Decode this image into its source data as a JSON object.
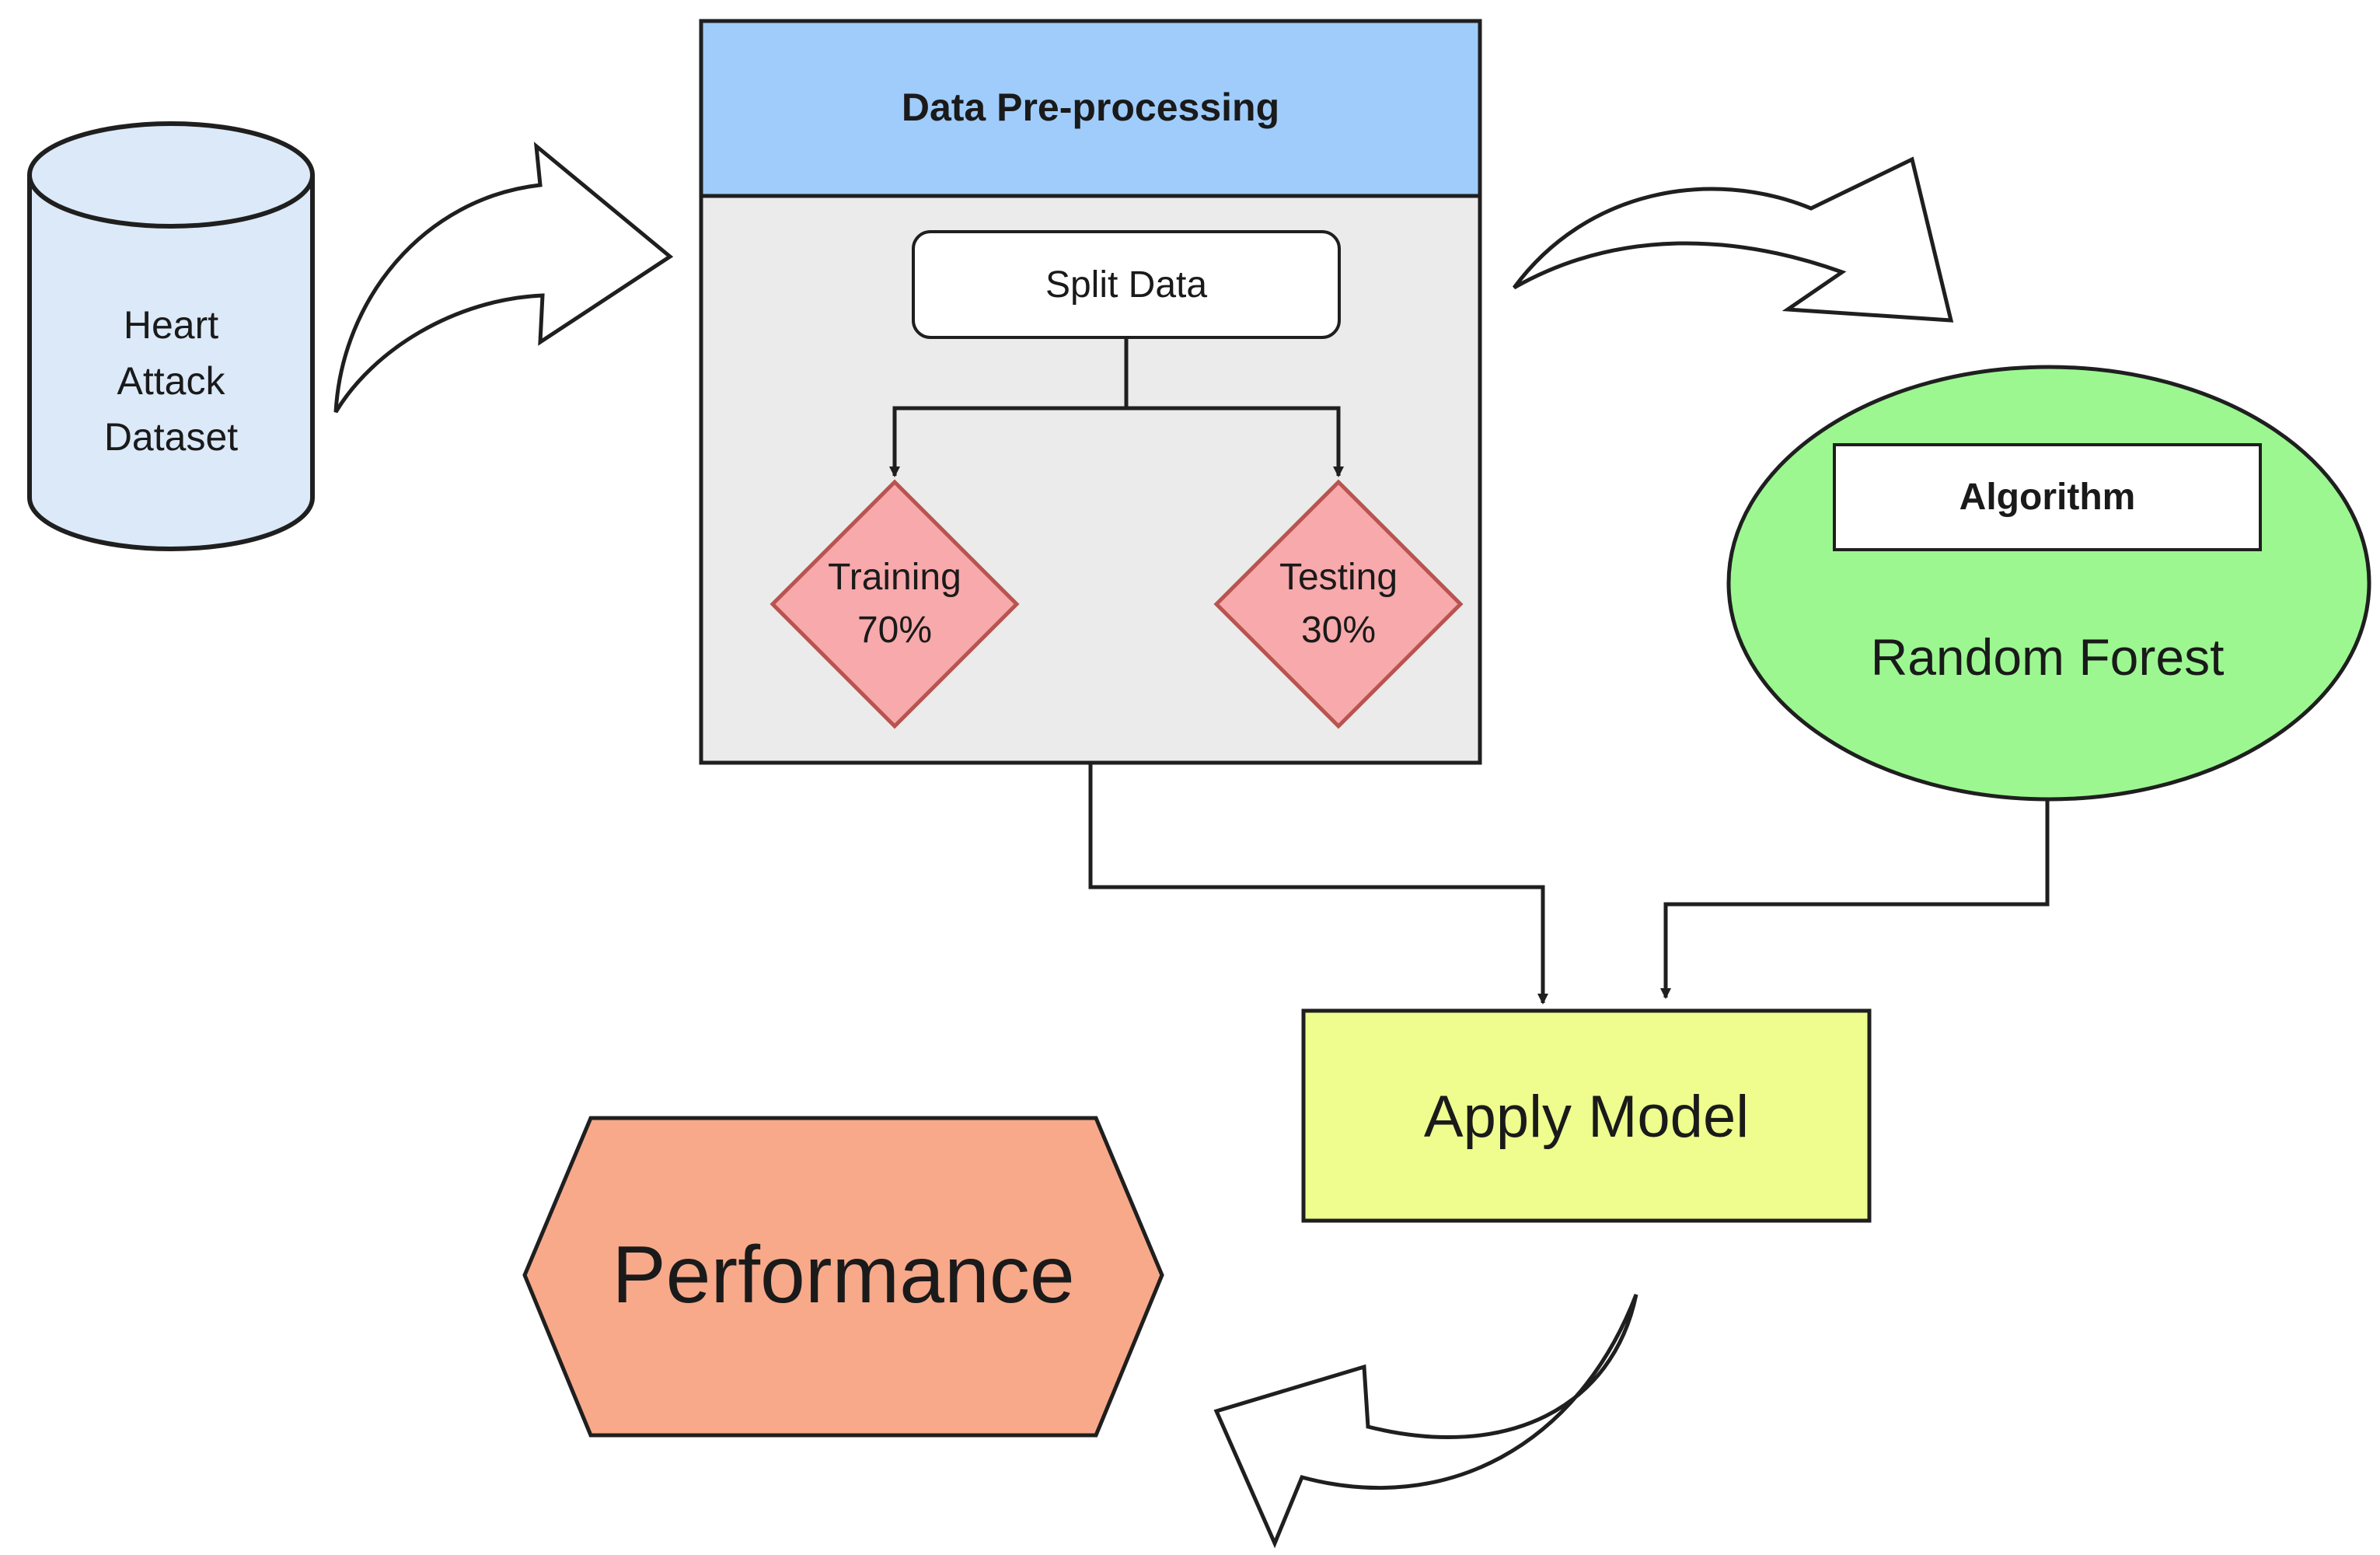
{
  "dataset": {
    "lines": [
      "Heart",
      "Attack",
      "Dataset"
    ]
  },
  "preprocessing": {
    "title": "Data Pre-processing",
    "split_label": "Split Data",
    "training": {
      "name": "Training",
      "percent": "70%"
    },
    "testing": {
      "name": "Testing",
      "percent": "30%"
    }
  },
  "algorithm": {
    "header": "Algorithm",
    "name": "Random Forest"
  },
  "apply_model": {
    "label": "Apply Model"
  },
  "performance": {
    "label": "Performance"
  },
  "colors": {
    "cylinder_fill": "#dbe9f8",
    "header_fill": "#9fccfb",
    "panel_fill": "#ebebeb",
    "diamond_fill": "#f7a9ab",
    "diamond_stroke": "#b85450",
    "ellipse_fill": "#9cf791",
    "apply_fill": "#eefd8e",
    "performance_fill": "#f7a98a",
    "stroke": "#1f1f1f"
  }
}
